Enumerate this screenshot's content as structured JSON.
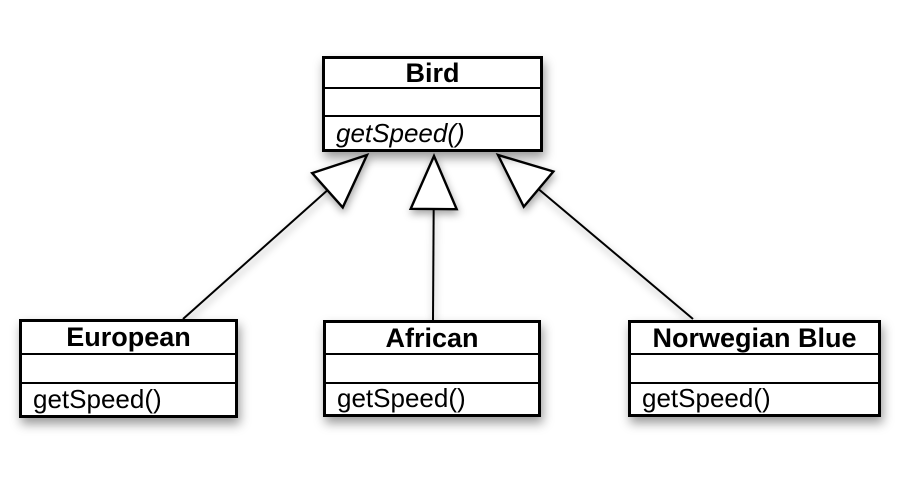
{
  "diagram": {
    "kind": "uml-class-diagram",
    "colors": {
      "background": "#ffffff",
      "line": "#000000",
      "text": "#000000",
      "box_fill": "#ffffff"
    },
    "classes": [
      {
        "id": "bird",
        "name": "Bird",
        "attributes": "",
        "methods": "getSpeed()",
        "method_abstract": true
      },
      {
        "id": "european",
        "name": "European",
        "attributes": "",
        "methods": "getSpeed()",
        "method_abstract": false
      },
      {
        "id": "african",
        "name": "African",
        "attributes": "",
        "methods": "getSpeed()",
        "method_abstract": false
      },
      {
        "id": "norwegian",
        "name": "Norwegian Blue",
        "attributes": "",
        "methods": "getSpeed()",
        "method_abstract": false
      }
    ],
    "relations": [
      {
        "from": "European",
        "to": "Bird",
        "type": "generalization",
        "arrowhead": "hollow-triangle"
      },
      {
        "from": "African",
        "to": "Bird",
        "type": "generalization",
        "arrowhead": "hollow-triangle"
      },
      {
        "from": "Norwegian Blue",
        "to": "Bird",
        "type": "generalization",
        "arrowhead": "hollow-triangle"
      }
    ]
  }
}
